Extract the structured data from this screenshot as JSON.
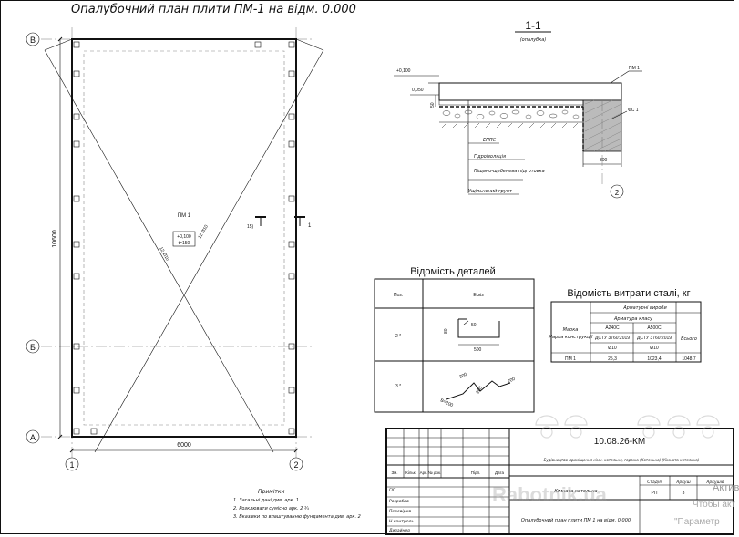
{
  "main_title": "Опалубочний план плити ПМ-1 на відм. 0.000",
  "plan": {
    "axes_letters": [
      "В",
      "Б",
      "А"
    ],
    "axes_numbers": [
      "1",
      "2"
    ],
    "dim_width": "6000",
    "dim_height": "10600",
    "slab_label": "ПМ 1",
    "level_label": "+0,100",
    "thickness_label": "t=150",
    "diag_label_a": "12 Ø10",
    "diag_label_b": "12 Ø10",
    "cut_mark": "1",
    "cut_num": "15)"
  },
  "notes": {
    "heading": "Примітки",
    "items": [
      "1. Загальні дані див. арк. 1",
      "2. Розклювати сумісно арк. 2 ¾",
      "3. Вказівки по влаштуванню фундамента див. арк. 2"
    ]
  },
  "section": {
    "title": "1-1",
    "subtitle": "(опалубка)",
    "level_top": "+0,100",
    "level_mid": "0,050",
    "dim_50": "50",
    "dim_300": "300",
    "label_pm": "ПМ 1",
    "label_fs": "ФС 1",
    "layers": [
      "ЕППС",
      "Гідроізоляція",
      "Піщано-щебенева підготовка",
      "Ущільнений грунт"
    ],
    "axis_num": "2"
  },
  "details_table": {
    "title": "Відомість деталей",
    "col_pos": "Поз.",
    "col_sketch": "Ескіз",
    "rows": [
      {
        "pos": "2 *",
        "dims": [
          "50",
          "80",
          "500"
        ]
      },
      {
        "pos": "3 *",
        "dims": [
          "200",
          "200",
          "200",
          "B=200"
        ]
      }
    ]
  },
  "steel_table": {
    "title": "Відомість витрати сталі, кг",
    "group": "Арматурні вироби",
    "subgroup": "Арматура класу",
    "col_mark": "Марка конструкції",
    "classes": [
      "A240C",
      "A500C"
    ],
    "standards": [
      "ДСТУ 3760:2019",
      "ДСТУ 3760:2019"
    ],
    "diameters": [
      "Ø10",
      "Ø10"
    ],
    "col_total": "Всього",
    "rows": [
      {
        "mark": "ПМ 1",
        "a240": "25,3",
        "a500": "1023,4",
        "total": "1048,7"
      }
    ]
  },
  "title_block": {
    "code": "10.08.26-КМ",
    "description": "Будівництво приміщення кімн. котельня, гаража (Котельна) (Кімната котельна)",
    "object": "Кімната котельна",
    "sheet_title": "Опалубочний план плити ПМ 1 на відм. 0.000",
    "stage_h": "Стадія",
    "sheet_h": "Аркуш",
    "sheets_h": "Аркушів",
    "stage": "РП",
    "sheet": "3",
    "header_cols": [
      "Зм.",
      "Кільк.",
      "Арк.",
      "№ док.",
      "Підп.",
      "Дата"
    ],
    "roles": [
      "ГІП",
      "Розробив",
      "Перевірив",
      "Н.контроль",
      "Дизайнер"
    ]
  },
  "watermark": {
    "brand": "Rabotnik.ua",
    "tail_1": "Актива",
    "tail_2": "Чтобы акт",
    "tail_3": "\"Параметр"
  }
}
